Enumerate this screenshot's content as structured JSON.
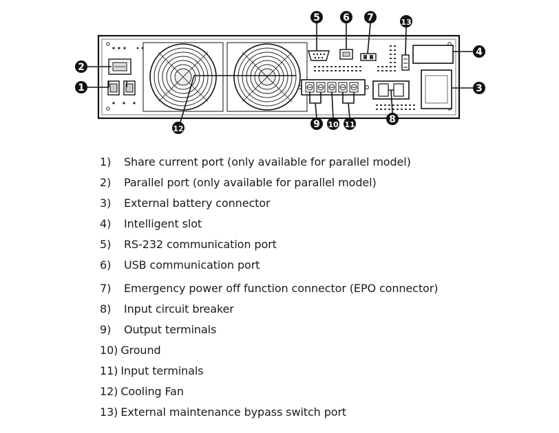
{
  "callouts": {
    "c1": "1",
    "c2": "2",
    "c3": "3",
    "c4": "4",
    "c5": "5",
    "c6": "6",
    "c7": "7",
    "c8": "8",
    "c9": "9",
    "c10": "10",
    "c11": "11",
    "c12": "12",
    "c13": "13"
  },
  "legend": [
    {
      "num": "1)",
      "label": "Share current port (only available for parallel model)"
    },
    {
      "num": "2)",
      "label": "Parallel port (only available for parallel model)"
    },
    {
      "num": "3)",
      "label": "External battery connector"
    },
    {
      "num": "4)",
      "label": "Intelligent slot"
    },
    {
      "num": "5)",
      "label": "RS-232 communication port"
    },
    {
      "num": "6)",
      "label": "USB communication port"
    },
    {
      "num": "7)",
      "label": "Emergency power off function connector (EPO connector)"
    },
    {
      "num": "8)",
      "label": "Input circuit breaker"
    },
    {
      "num": "9)",
      "label": "Output terminals"
    },
    {
      "num": "10)",
      "label": "Ground"
    },
    {
      "num": "11)",
      "label": "Input terminals"
    },
    {
      "num": "12)",
      "label": "Cooling Fan"
    },
    {
      "num": "13)",
      "label": "External maintenance bypass switch port"
    }
  ]
}
